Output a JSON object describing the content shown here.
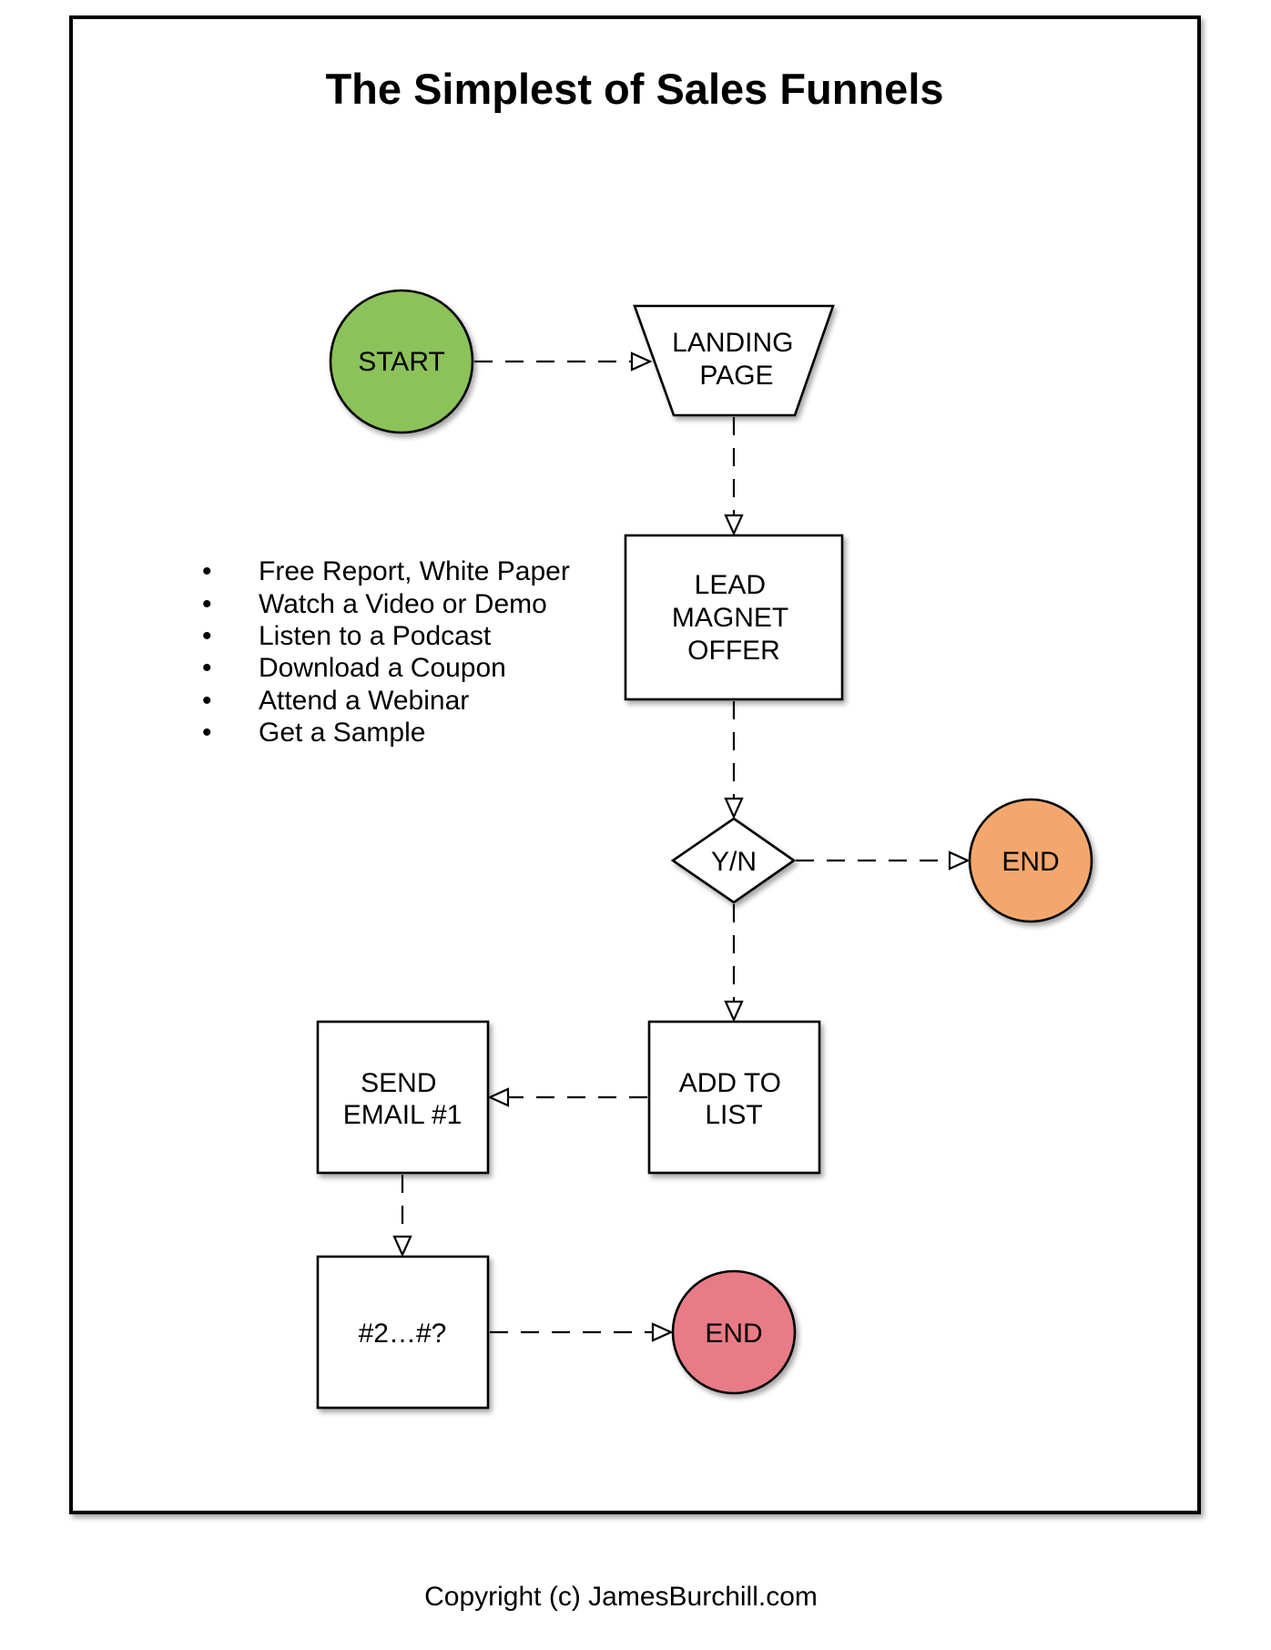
{
  "title": "The Simplest of Sales Funnels",
  "colors": {
    "start": "#8bc25a",
    "end_orange": "#f4a76c",
    "end_red": "#e87b86",
    "box": "#ffffff",
    "stroke": "#000000"
  },
  "nodes": {
    "start": {
      "shape": "circle",
      "lines": [
        "START"
      ]
    },
    "landing": {
      "shape": "trapezoid",
      "lines": [
        "LANDING",
        "PAGE"
      ]
    },
    "lead": {
      "shape": "rectangle",
      "lines": [
        "LEAD",
        "MAGNET",
        "OFFER"
      ]
    },
    "decision": {
      "shape": "diamond",
      "lines": [
        "Y/N"
      ]
    },
    "end1": {
      "shape": "circle",
      "lines": [
        "END"
      ]
    },
    "add": {
      "shape": "rectangle",
      "lines": [
        "ADD TO",
        "LIST"
      ]
    },
    "send": {
      "shape": "rectangle",
      "lines": [
        "SEND",
        "EMAIL #1"
      ]
    },
    "more": {
      "shape": "rectangle",
      "lines": [
        "#2…#?"
      ]
    },
    "end2": {
      "shape": "circle",
      "lines": [
        "END"
      ]
    }
  },
  "edges": [
    {
      "from": "start",
      "to": "landing"
    },
    {
      "from": "landing",
      "to": "lead"
    },
    {
      "from": "lead",
      "to": "decision"
    },
    {
      "from": "decision",
      "to": "end1"
    },
    {
      "from": "decision",
      "to": "add"
    },
    {
      "from": "add",
      "to": "send"
    },
    {
      "from": "send",
      "to": "more"
    },
    {
      "from": "more",
      "to": "end2"
    }
  ],
  "bullets": [
    "Free Report, White Paper",
    "Watch a Video or Demo",
    "Listen to a Podcast",
    "Download a Coupon",
    "Attend a Webinar",
    "Get a Sample"
  ],
  "footer": "Copyright (c) JamesBurchill.com"
}
